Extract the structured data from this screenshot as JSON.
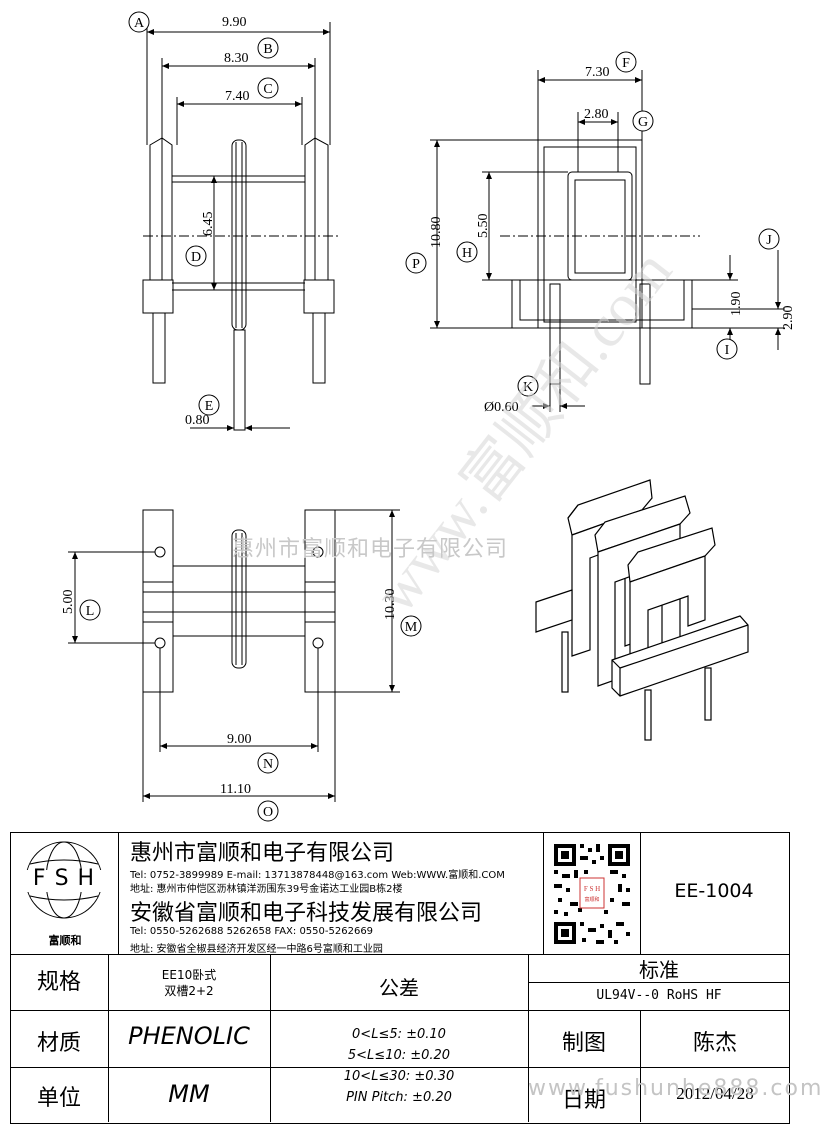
{
  "watermark": {
    "company": "惠州市富顺和电子有限公司",
    "diagonal": "www.富顺和.com",
    "footer_url": "www.fushunhe888.com"
  },
  "dimensions": {
    "A": {
      "letter": "A",
      "value": "9.90"
    },
    "B": {
      "letter": "B",
      "value": "8.30"
    },
    "C": {
      "letter": "C",
      "value": "7.40"
    },
    "D": {
      "letter": "D",
      "value": "6.45"
    },
    "E": {
      "letter": "E",
      "value": "0.80"
    },
    "F": {
      "letter": "F",
      "value": "7.30"
    },
    "G": {
      "letter": "G",
      "value": "2.80"
    },
    "H": {
      "letter": "H",
      "value": "5.50"
    },
    "I": {
      "letter": "I",
      "value": "1.90"
    },
    "J": {
      "letter": "J",
      "value": "2.90"
    },
    "K": {
      "letter": "K",
      "value": "Ø0.60"
    },
    "L": {
      "letter": "L",
      "value": "5.00"
    },
    "M": {
      "letter": "M",
      "value": "10.30"
    },
    "N": {
      "letter": "N",
      "value": "9.00"
    },
    "O": {
      "letter": "O",
      "value": "11.10"
    },
    "P": {
      "letter": "P",
      "value": "10.80"
    }
  },
  "title_block": {
    "logo": {
      "letters": "F S H",
      "name": "富顺和"
    },
    "company1": {
      "name": "惠州市富顺和电子有限公司",
      "contact": "Tel: 0752-3899989 E-mail: 13713878448@163.com Web:WWW.富顺和.COM",
      "address": "地址: 惠州市仲恺区沥林镇洋沥围东39号金诺达工业园B栋2楼"
    },
    "company2": {
      "name": "安徽省富顺和电子科技发展有限公司",
      "contact": "Tel: 0550-5262688 5262658 FAX: 0550-5262669",
      "address": "地址: 安徽省全椒县经济开发区经一中路6号富顺和工业园"
    },
    "part_number": "EE-1004",
    "spec_label": "规格",
    "spec_value_1": "EE10卧式",
    "spec_value_2": "双槽2+2",
    "tolerance_label": "公差",
    "tolerances": [
      "0<L≤5: ±0.10",
      "5<L≤10: ±0.20",
      "10<L≤30: ±0.30",
      "PIN Pitch: ±0.20"
    ],
    "standard_label": "标准",
    "standard_value": "UL94V--0  RoHS HF",
    "material_label": "材质",
    "material_value": "PHENOLIC",
    "drawn_label": "制图",
    "drawn_by": "陈杰",
    "unit_label": "单位",
    "unit_value": "MM",
    "date_label": "日期",
    "date_value": "2012/04/28"
  },
  "colors": {
    "line": "#000000",
    "watermark": "#c8c8c8"
  }
}
